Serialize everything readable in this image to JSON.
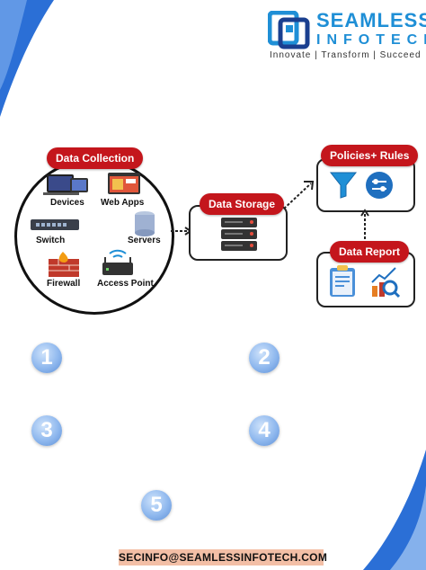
{
  "brand": {
    "name": "SEAMLESS",
    "sub": "INFOTECH",
    "tagline": "Innovate | Transform | Succeed"
  },
  "diagram": {
    "collection": {
      "title": "Data Collection",
      "items": [
        "Devices",
        "Web Apps",
        "Switch",
        "Servers",
        "Firewall",
        "Access Point"
      ]
    },
    "storage": {
      "title": "Data Storage"
    },
    "policies": {
      "title": "Policies+ Rules"
    },
    "report": {
      "title": "Data Report"
    }
  },
  "steps": [
    "1",
    "2",
    "3",
    "4",
    "5"
  ],
  "footer": {
    "email": "SECINFO@SEAMLESSINFOTECH.COM"
  },
  "colors": {
    "accent_red": "#c4161c",
    "brand_blue": "#1f8fd6",
    "step_blue": "#8fb8ee",
    "email_bg": "#f3bfa6"
  }
}
